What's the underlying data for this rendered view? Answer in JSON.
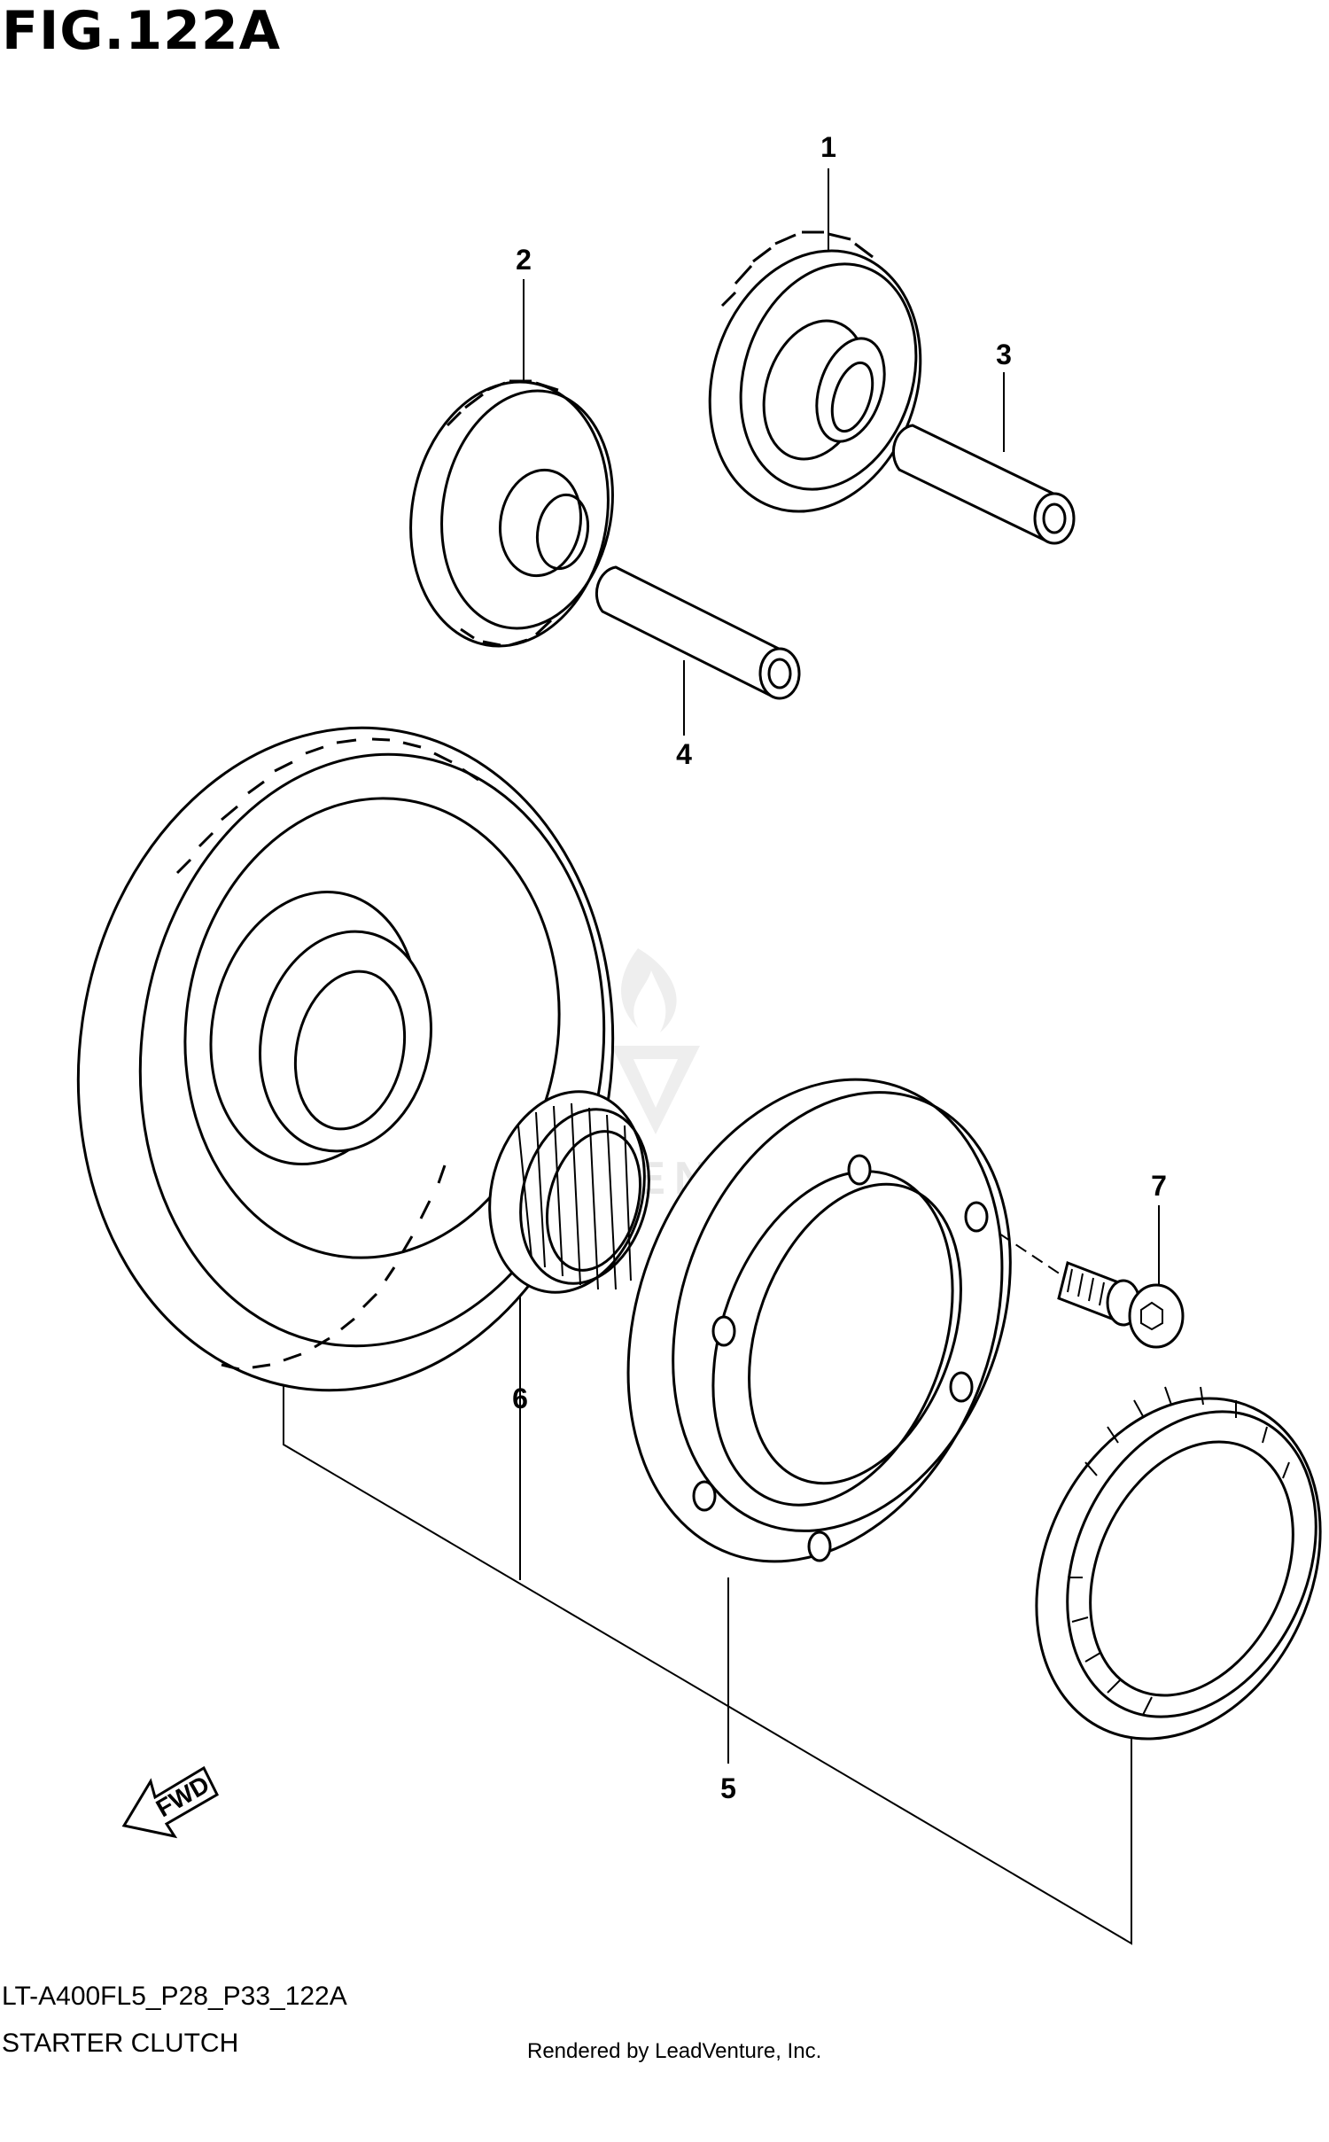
{
  "figure": {
    "title": "FIG.122A",
    "model_code": "LT-A400FL5_P28_P33_122A",
    "name": "STARTER CLUTCH",
    "credit": "Rendered by LeadVenture, Inc."
  },
  "watermark": {
    "text": "LEADVENTURE"
  },
  "direction_arrow": {
    "label": "FWD"
  },
  "callouts": [
    {
      "number": "1",
      "part": "gear-1"
    },
    {
      "number": "2",
      "part": "gear-2"
    },
    {
      "number": "3",
      "part": "shaft-3"
    },
    {
      "number": "4",
      "part": "shaft-4"
    },
    {
      "number": "5",
      "part": "clutch-housing-5"
    },
    {
      "number": "6",
      "part": "needle-bearing-6"
    },
    {
      "number": "7",
      "part": "bolt-7"
    }
  ],
  "colors": {
    "line": "#000000",
    "background": "#ffffff",
    "watermark": "#e8e8e8"
  }
}
